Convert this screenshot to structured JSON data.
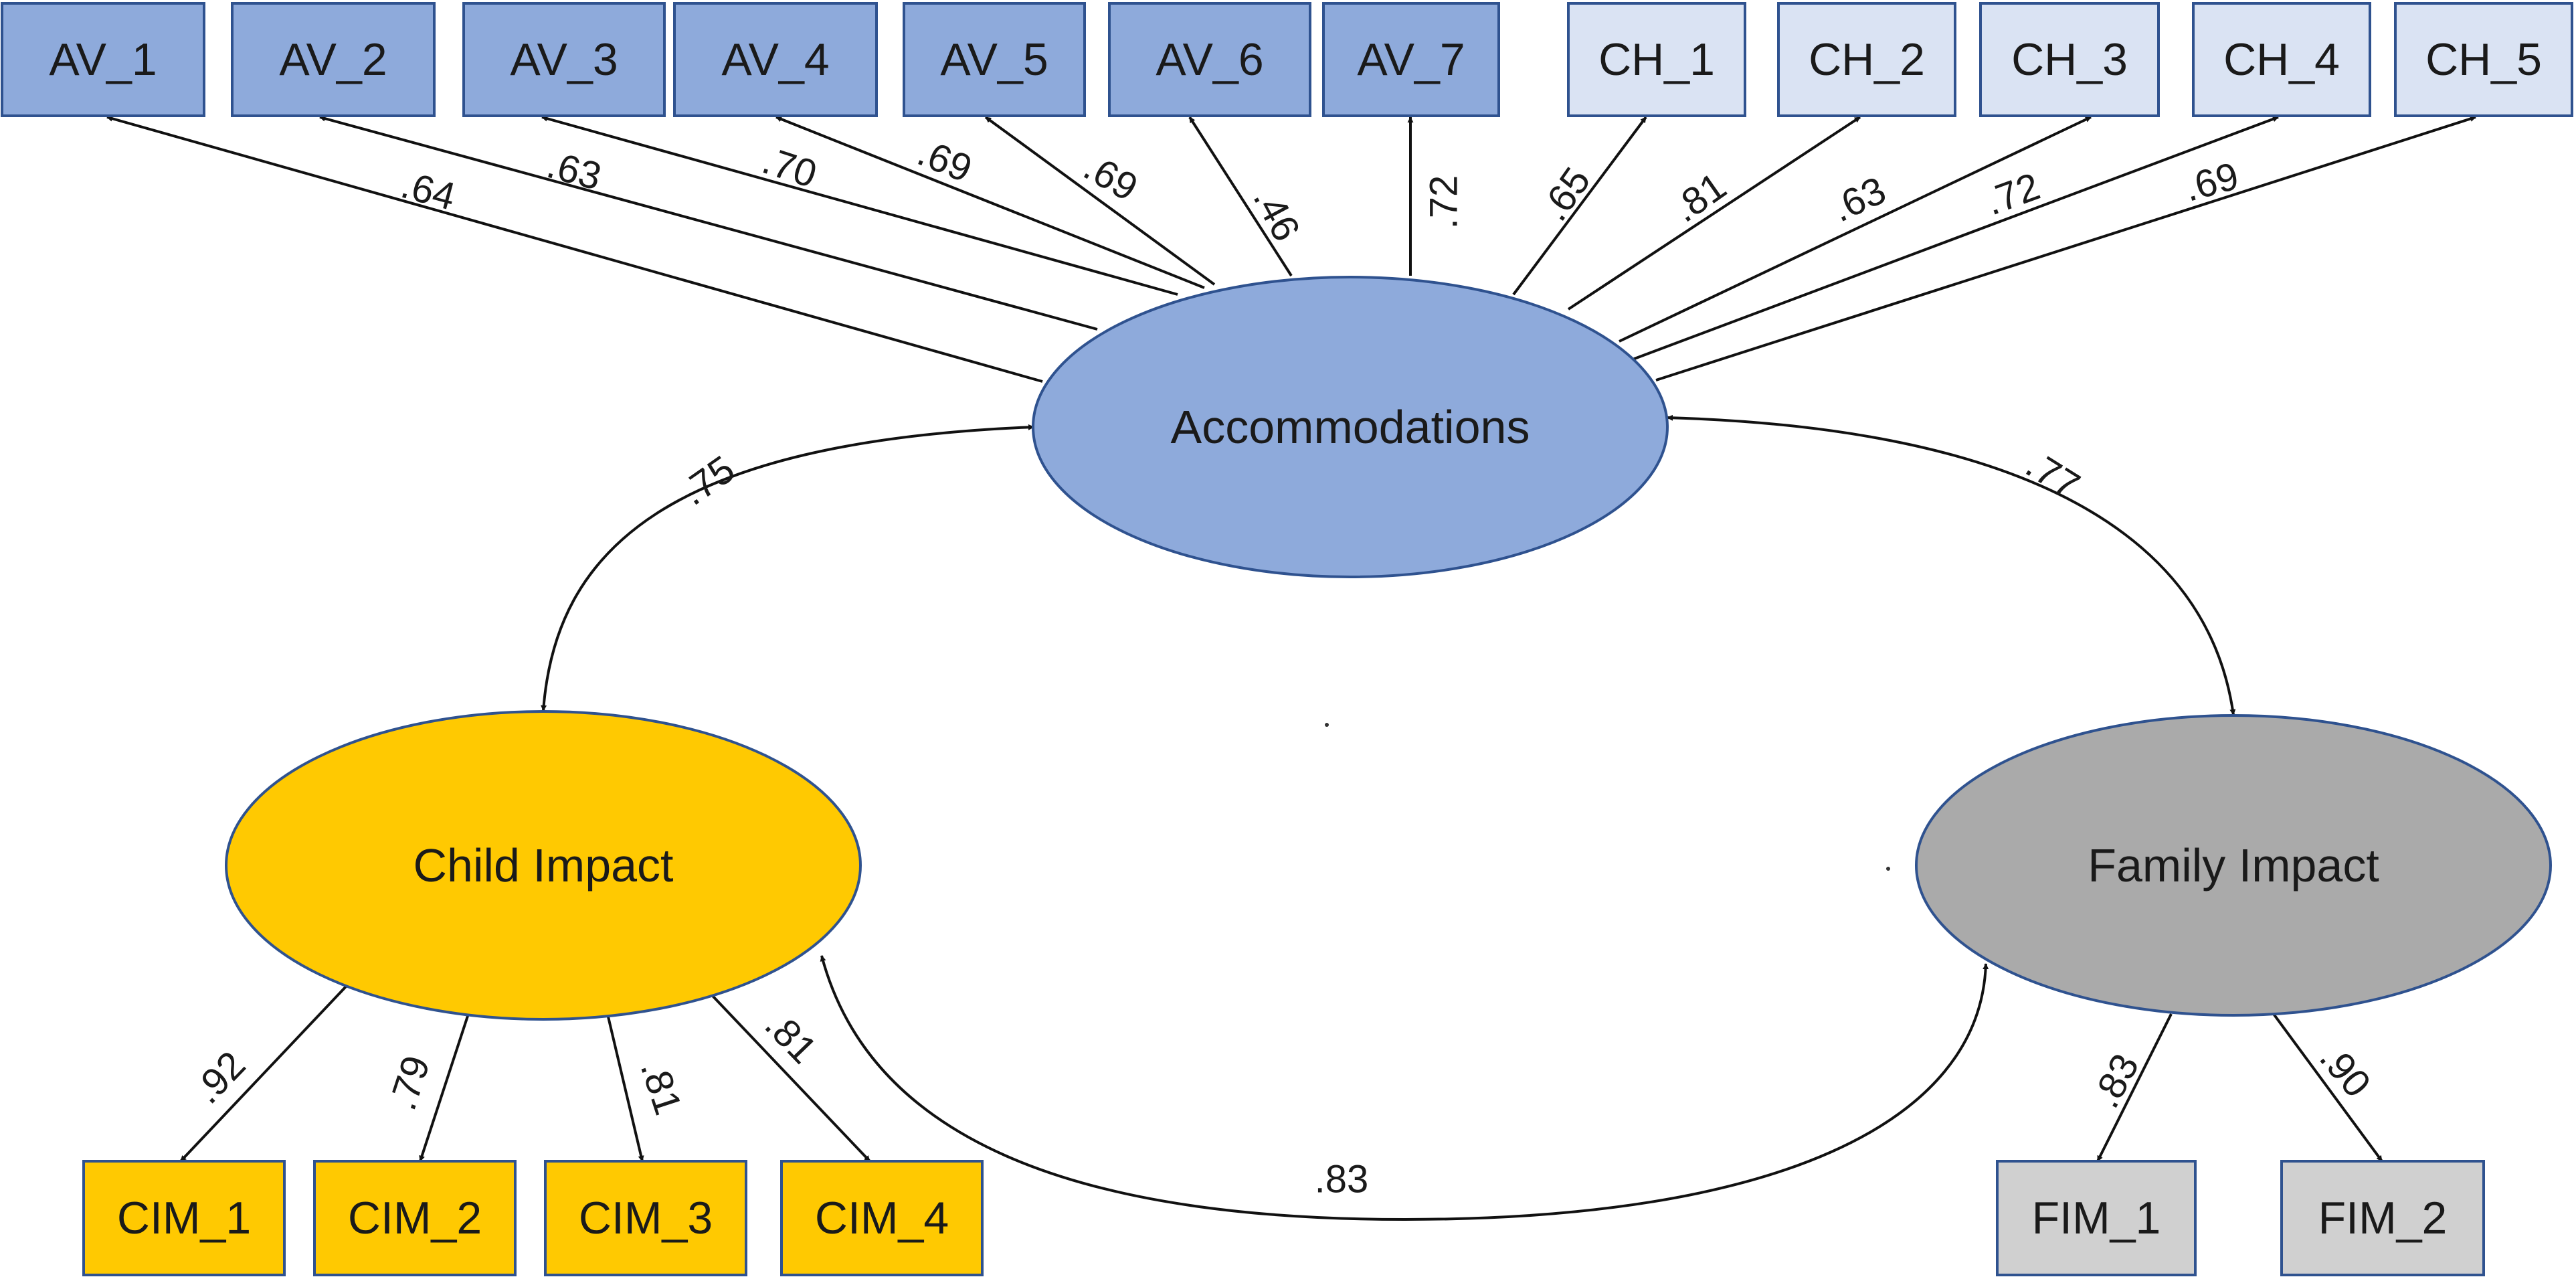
{
  "colors": {
    "av_fill": "#8eaadb",
    "ch_fill": "#dae3f3",
    "cim_fill": "#ffc901",
    "fim_fill": "#d0d0d0",
    "accommodations_fill": "#8eaadb",
    "child_impact_fill": "#ffc901",
    "family_impact_fill": "#aaaaaa",
    "outline": "#2f528f",
    "arrow": "#111111"
  },
  "latents": {
    "accommodations": {
      "label": "Accommodations"
    },
    "child_impact": {
      "label": "Child Impact"
    },
    "family_impact": {
      "label": "Family Impact"
    }
  },
  "indicators": {
    "accommodations": [
      {
        "id": "av1",
        "label": "AV_1",
        "loading": ".64",
        "group": "av"
      },
      {
        "id": "av2",
        "label": "AV_2",
        "loading": ".63",
        "group": "av"
      },
      {
        "id": "av3",
        "label": "AV_3",
        "loading": ".70",
        "group": "av"
      },
      {
        "id": "av4",
        "label": "AV_4",
        "loading": ".69",
        "group": "av"
      },
      {
        "id": "av5",
        "label": "AV_5",
        "loading": ".69",
        "group": "av"
      },
      {
        "id": "av6",
        "label": "AV_6",
        "loading": ".46",
        "group": "av"
      },
      {
        "id": "av7",
        "label": "AV_7",
        "loading": ".72",
        "group": "av"
      },
      {
        "id": "ch1",
        "label": "CH_1",
        "loading": ".65",
        "group": "ch"
      },
      {
        "id": "ch2",
        "label": "CH_2",
        "loading": ".81",
        "group": "ch"
      },
      {
        "id": "ch3",
        "label": "CH_3",
        "loading": ".63",
        "group": "ch"
      },
      {
        "id": "ch4",
        "label": "CH_4",
        "loading": ".72",
        "group": "ch"
      },
      {
        "id": "ch5",
        "label": "CH_5",
        "loading": ".69",
        "group": "ch"
      }
    ],
    "child_impact": [
      {
        "id": "cim1",
        "label": "CIM_1",
        "loading": ".92"
      },
      {
        "id": "cim2",
        "label": "CIM_2",
        "loading": ".79"
      },
      {
        "id": "cim3",
        "label": "CIM_3",
        "loading": ".81"
      },
      {
        "id": "cim4",
        "label": "CIM_4",
        "loading": ".81"
      }
    ],
    "family_impact": [
      {
        "id": "fim1",
        "label": "FIM_1",
        "loading": ".83"
      },
      {
        "id": "fim2",
        "label": "FIM_2",
        "loading": ".90"
      }
    ]
  },
  "correlations": {
    "accommodations_child_impact": ".75",
    "accommodations_family_impact": ".77",
    "child_impact_family_impact": ".83"
  }
}
